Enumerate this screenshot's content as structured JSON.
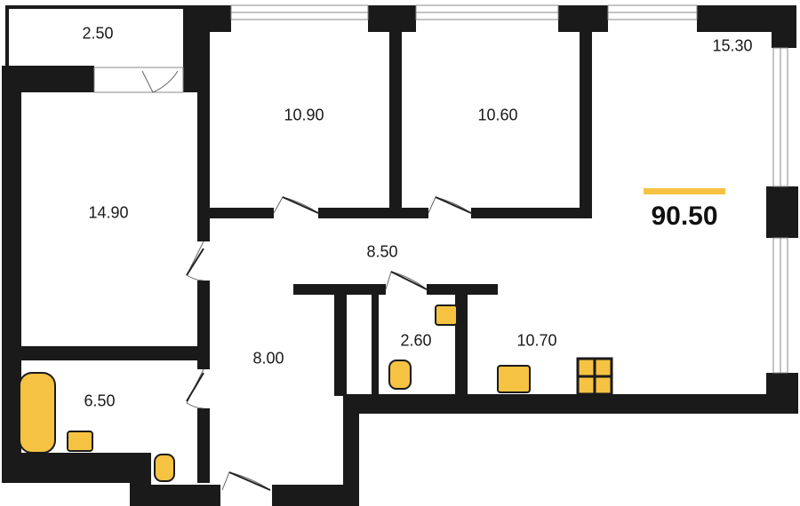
{
  "plan": {
    "total_area": "90.50",
    "accent_color": "#f5c242",
    "wall_color": "#1a1a1a",
    "rooms": [
      {
        "id": "balcony",
        "area": "2.50"
      },
      {
        "id": "bedroom-1",
        "area": "10.90"
      },
      {
        "id": "bedroom-2",
        "area": "10.60"
      },
      {
        "id": "living-room",
        "area": "15.30"
      },
      {
        "id": "bedroom-3",
        "area": "14.90"
      },
      {
        "id": "corridor",
        "area": "8.50"
      },
      {
        "id": "hall",
        "area": "8.00"
      },
      {
        "id": "bathroom",
        "area": "6.50"
      },
      {
        "id": "wc",
        "area": "2.60"
      },
      {
        "id": "kitchen",
        "area": "10.70"
      }
    ]
  }
}
